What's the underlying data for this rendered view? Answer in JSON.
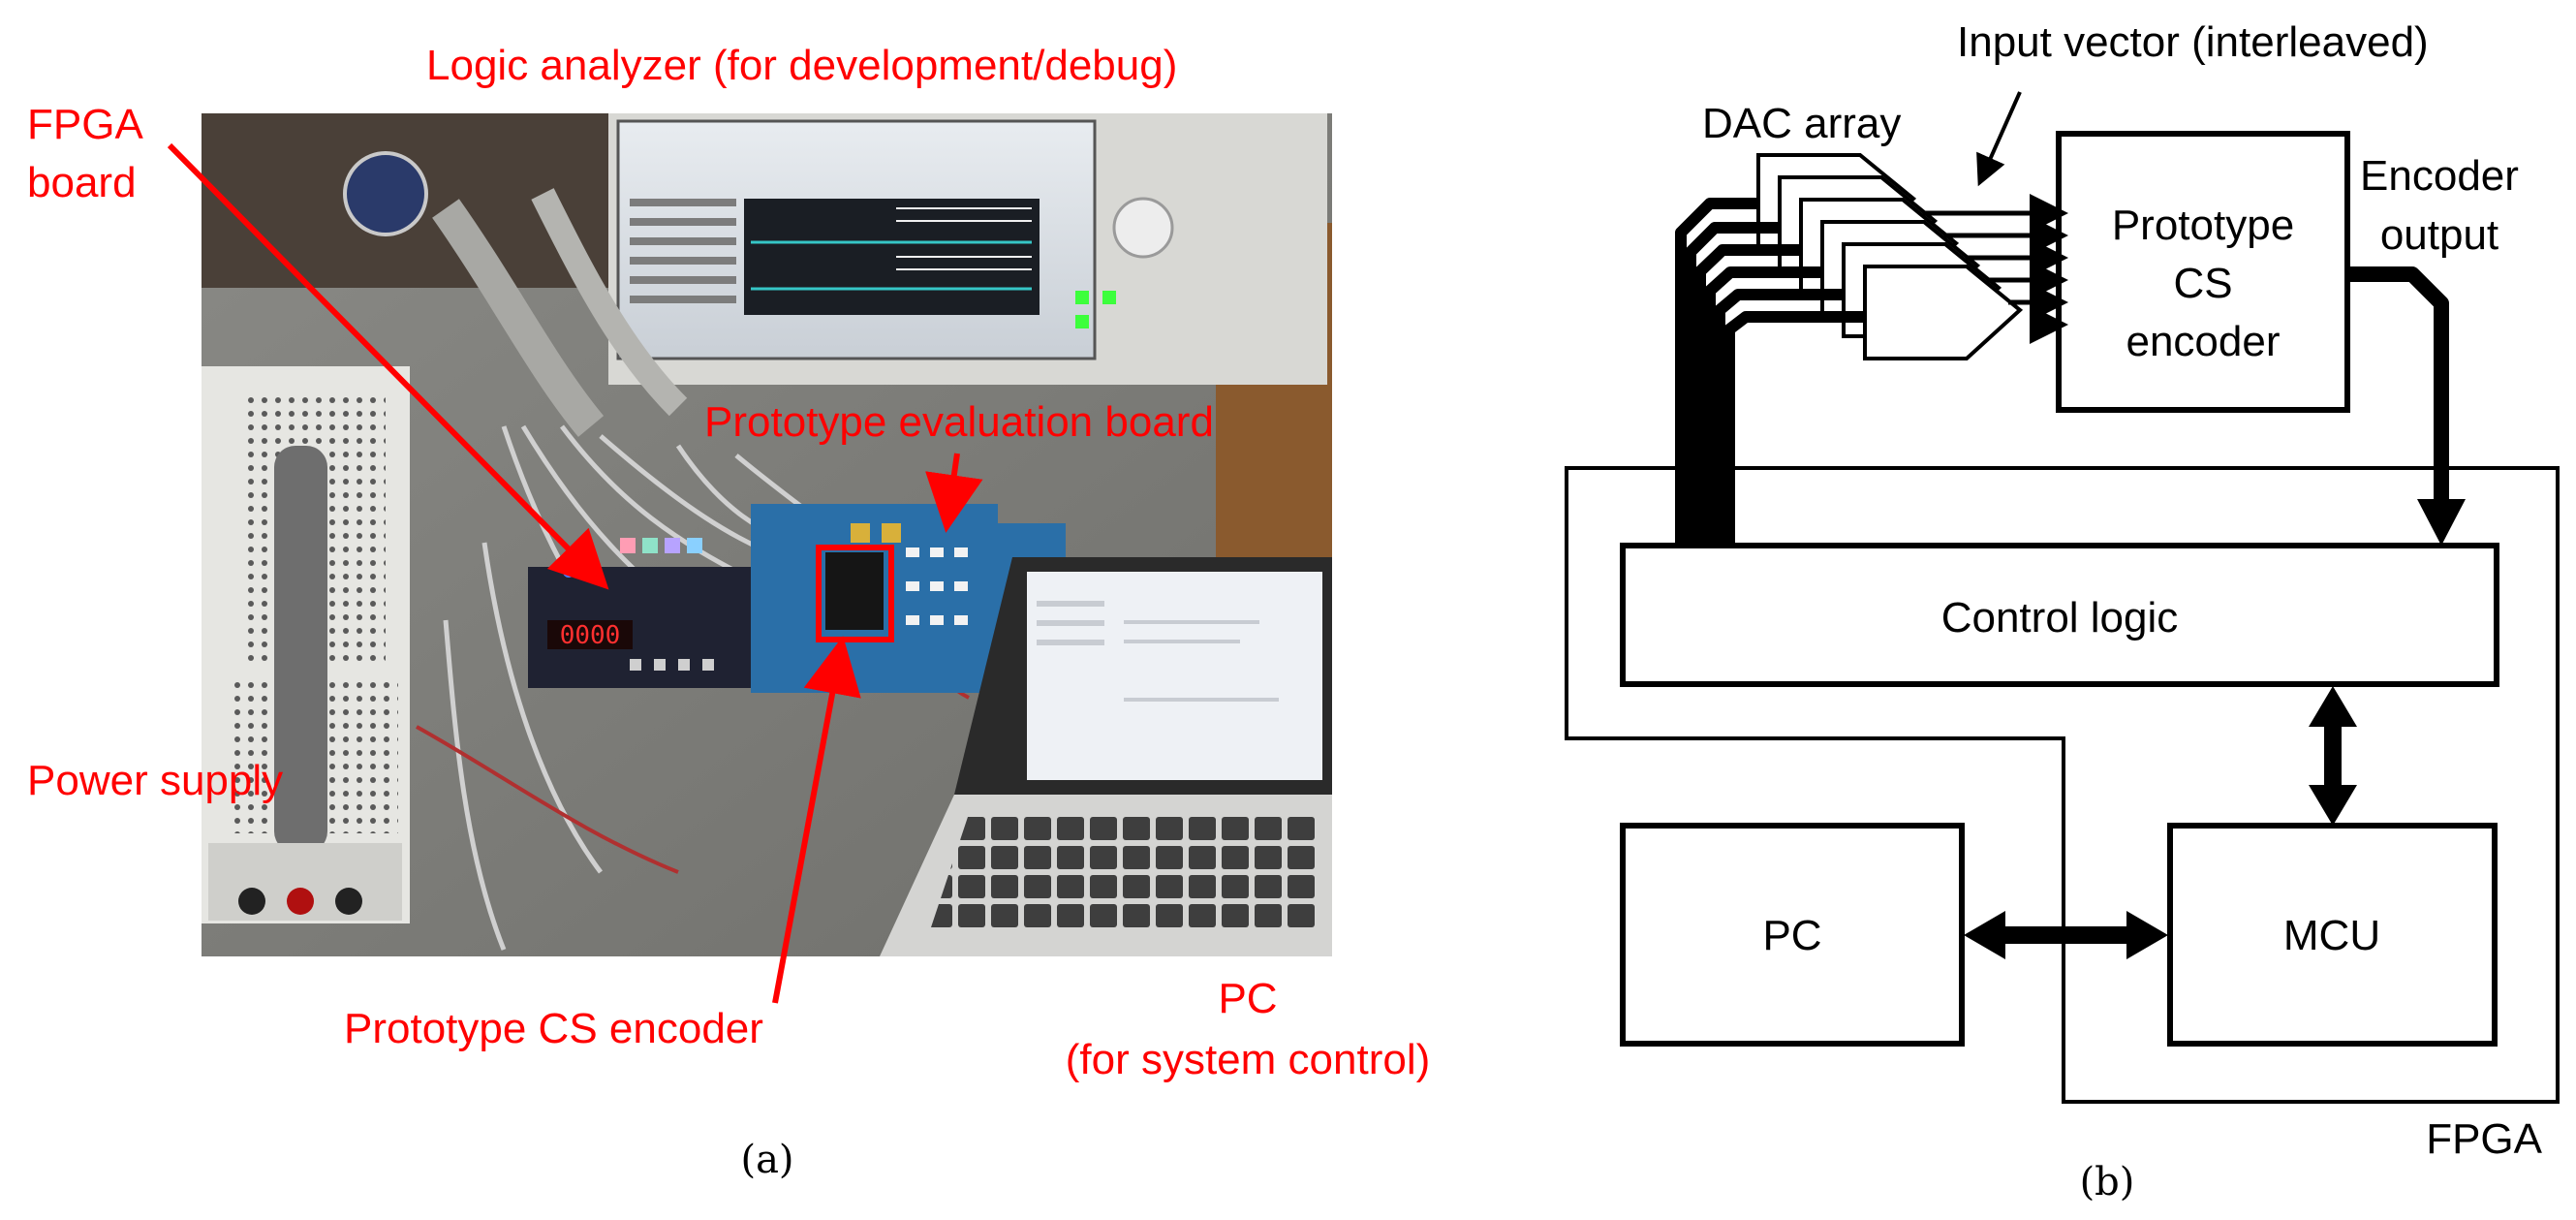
{
  "panel_a": {
    "caption": "(a)",
    "labels": {
      "logic_analyzer": "Logic analyzer (for development/debug)",
      "fpga_board_line1": "FPGA",
      "fpga_board_line2": "board",
      "eval_board": "Prototype evaluation board",
      "power_supply": "Power supply",
      "cs_encoder": "Prototype CS encoder",
      "pc_line1": "PC",
      "pc_line2": "(for system control)"
    },
    "led_display": "0000",
    "label_color": "#ff0000"
  },
  "panel_b": {
    "caption": "(b)",
    "labels": {
      "input_vector": "Input vector (interleaved)",
      "dac_array": "DAC array",
      "encoder_box_line1": "Prototype",
      "encoder_box_line2": "CS",
      "encoder_box_line3": "encoder",
      "encoder_output_line1": "Encoder",
      "encoder_output_line2": "output",
      "control_logic": "Control logic",
      "pc": "PC",
      "mcu": "MCU",
      "fpga": "FPGA"
    }
  }
}
